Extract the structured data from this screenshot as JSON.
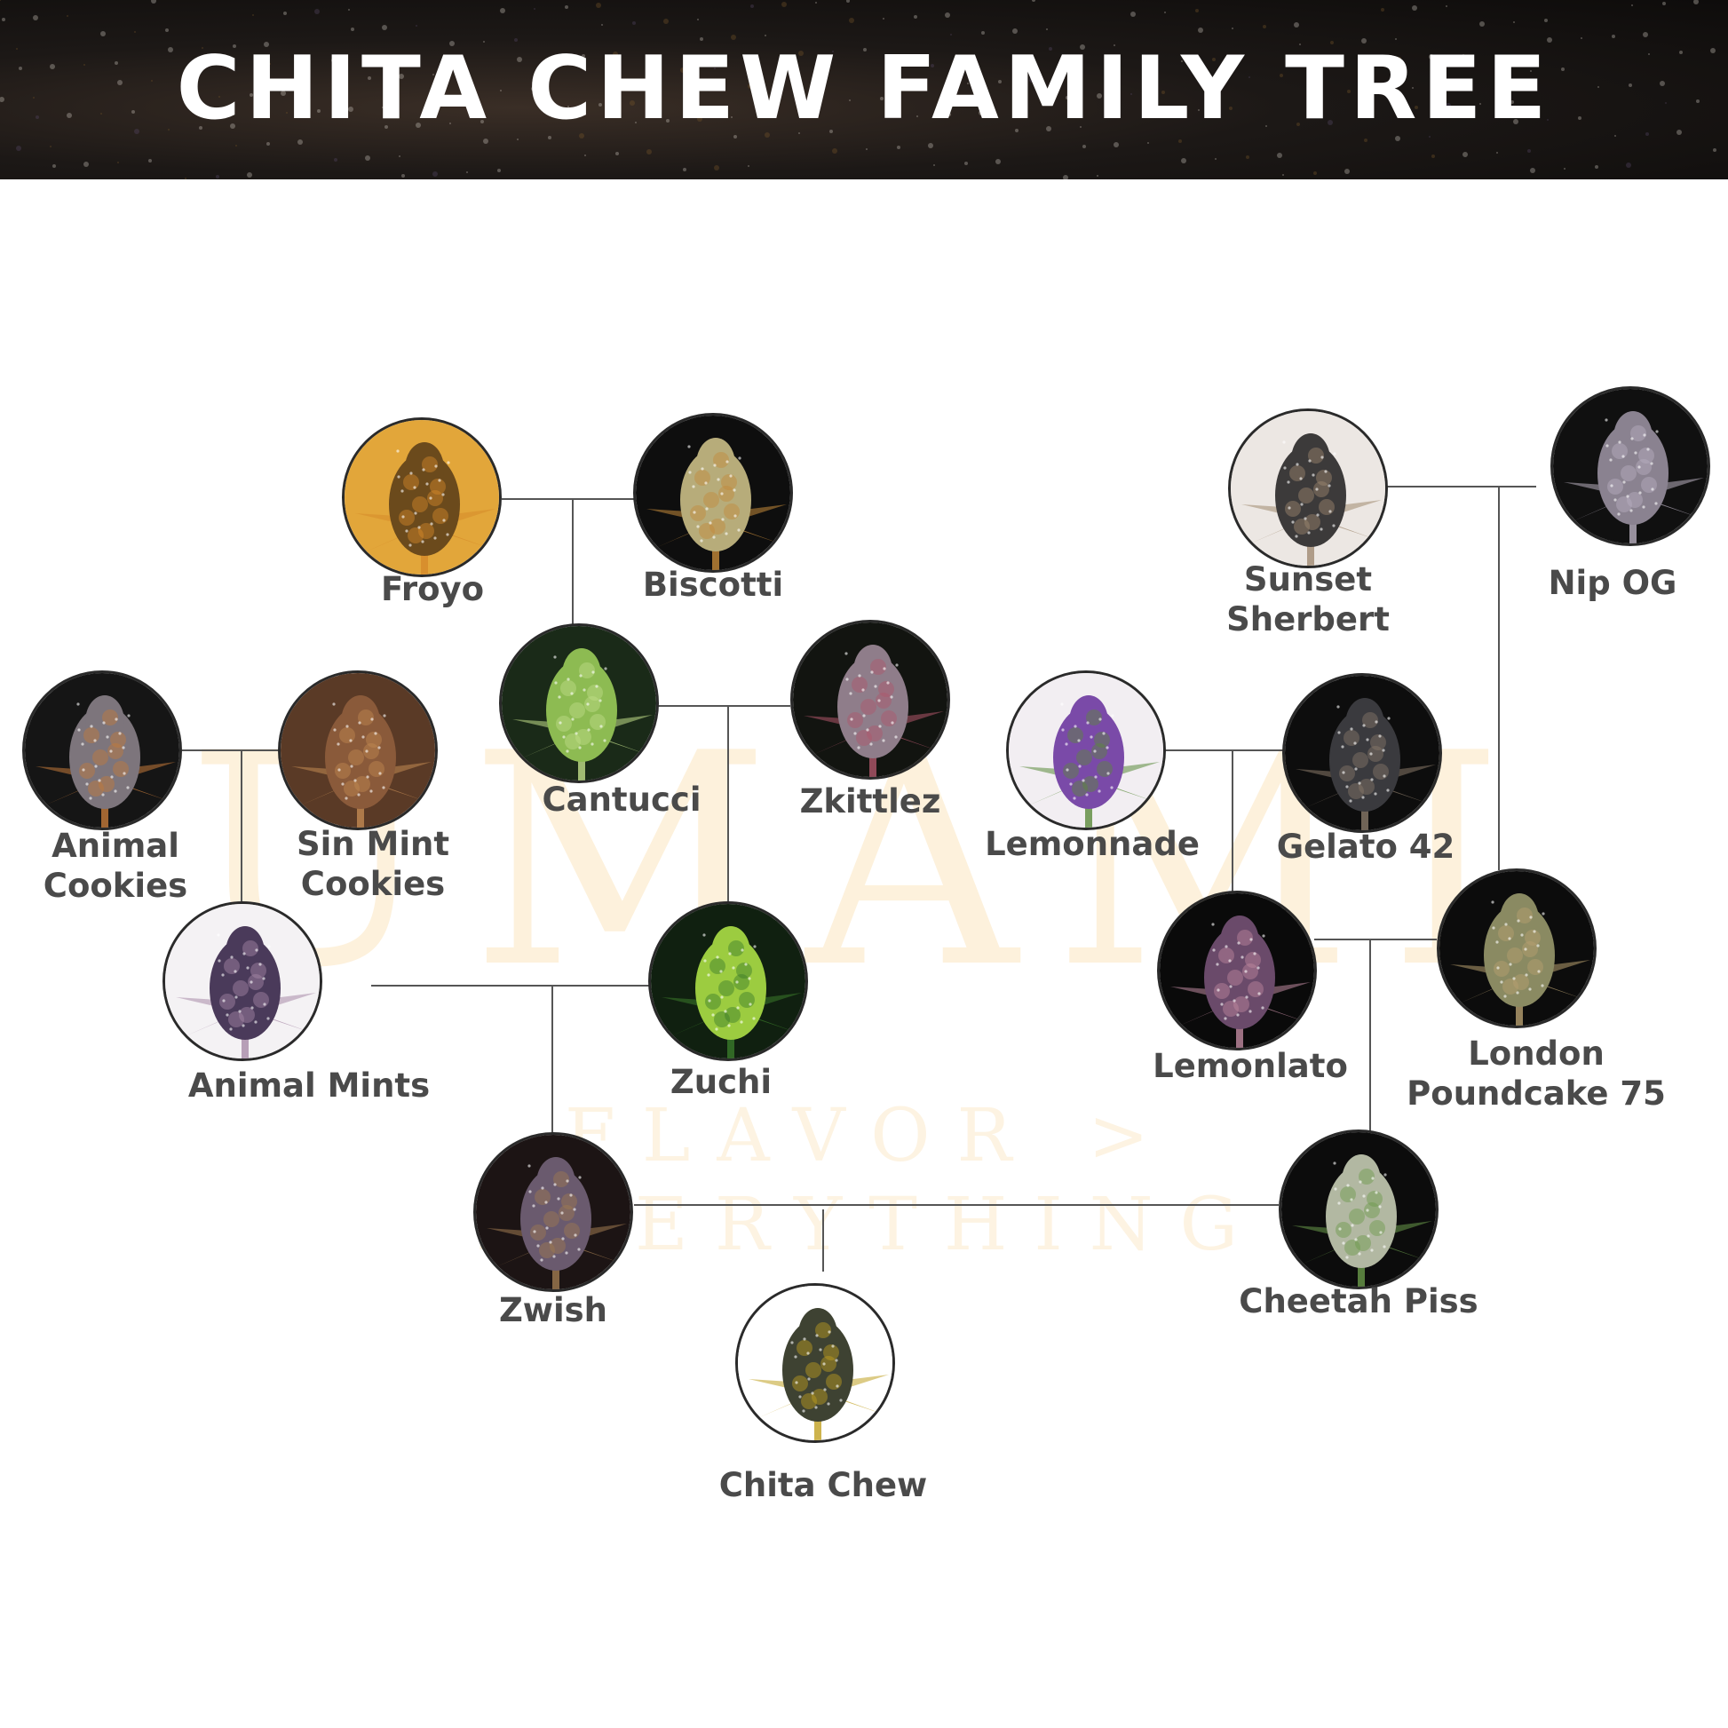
{
  "header": {
    "title": "CHITA CHEW FAMILY TREE"
  },
  "watermark": {
    "brand": "UMAMI",
    "tagline": "FLAVOR > EVERYTHING"
  },
  "strains": [
    {
      "id": "froyo",
      "name": "Froyo",
      "bg": "#e2a63a",
      "bud": "#6b4a1c",
      "accent": "#d68a2a"
    },
    {
      "id": "biscotti",
      "name": "Biscotti",
      "bg": "#0e0e0e",
      "bud": "#b7ac7a",
      "accent": "#c48a3a"
    },
    {
      "id": "sunset-sherbert",
      "name": "Sunset Sherbert",
      "bg": "#ece7e3",
      "bud": "#3c3a3a",
      "accent": "#a08a70"
    },
    {
      "id": "nip-og",
      "name": "Nip OG",
      "bg": "#101010",
      "bud": "#8a8290",
      "accent": "#b9b0c0"
    },
    {
      "id": "cantucci",
      "name": "Cantucci",
      "bg": "#1a2a18",
      "bud": "#8dbb52",
      "accent": "#c2de8a"
    },
    {
      "id": "zkittlez",
      "name": "Zkittlez",
      "bg": "#121410",
      "bud": "#8f7d8a",
      "accent": "#b0566a"
    },
    {
      "id": "animal-cookies",
      "name": "Animal Cookies",
      "bg": "#151515",
      "bud": "#7d757c",
      "accent": "#c47a3a"
    },
    {
      "id": "sin-mint-cookies",
      "name": "Sin Mint Cookies",
      "bg": "#5a3a26",
      "bud": "#8a5a3a",
      "accent": "#c28a52"
    },
    {
      "id": "lemonnade",
      "name": "Lemonnade",
      "bg": "#f2eef2",
      "bud": "#7a4aa8",
      "accent": "#5a8a3a"
    },
    {
      "id": "gelato-42",
      "name": "Gelato 42",
      "bg": "#0d0d0d",
      "bud": "#3a3a3e",
      "accent": "#8a7a6a"
    },
    {
      "id": "animal-mints",
      "name": "Animal Mints",
      "bg": "#f4f2f4",
      "bud": "#4a3a5a",
      "accent": "#a88aa8"
    },
    {
      "id": "zuchi",
      "name": "Zuchi",
      "bg": "#102010",
      "bud": "#9ccc40",
      "accent": "#3a7a2a"
    },
    {
      "id": "lemonlato",
      "name": "Lemonlato",
      "bg": "#0a0a0a",
      "bud": "#6a4a6a",
      "accent": "#c08aa0"
    },
    {
      "id": "london-poundcake-75",
      "name": "London Poundcake 75",
      "bg": "#0c0c0c",
      "bud": "#8a8a62",
      "accent": "#b8a070"
    },
    {
      "id": "zwish",
      "name": "Zwish",
      "bg": "#1c1414",
      "bud": "#6a5a6e",
      "accent": "#a07a50"
    },
    {
      "id": "cheetah-piss",
      "name": "Cheetah Piss",
      "bg": "#0c0c0c",
      "bud": "#b2b8a2",
      "accent": "#6a9a4a"
    },
    {
      "id": "chita-chew",
      "name": "Chita Chew",
      "bg": "#ffffff",
      "bud": "#3e4232",
      "accent": "#c0a020"
    }
  ]
}
